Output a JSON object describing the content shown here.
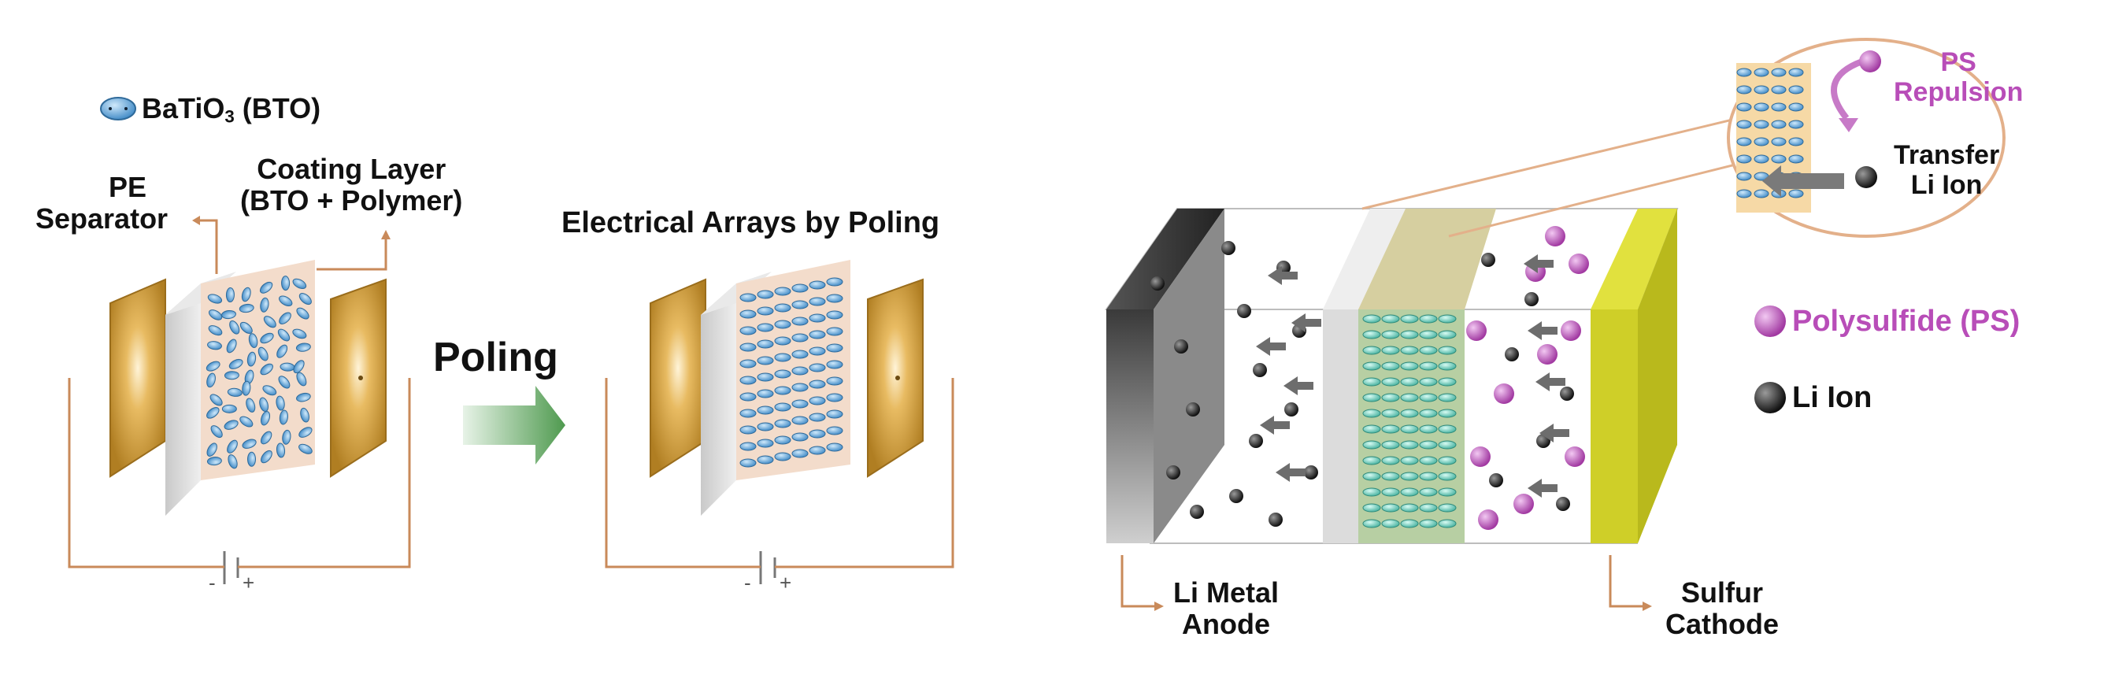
{
  "legend_top": {
    "bto_prefix": "BaTiO",
    "bto_sub": "3",
    "bto_suffix": " (BTO)"
  },
  "left_panel": {
    "pe_line1": "PE",
    "pe_line2": "Separator",
    "coating_line1": "Coating Layer",
    "coating_line2": "(BTO + Polymer)",
    "minus": "-",
    "plus": "+"
  },
  "arrow_label": "Poling",
  "middle_panel": {
    "title": "Electrical Arrays by Poling",
    "minus": "-",
    "plus": "+"
  },
  "right_panel": {
    "anode_line1": "Li Metal",
    "anode_line2": "Anode",
    "cathode_line1": "Sulfur",
    "cathode_line2": "Cathode",
    "legend_ps": "Polysulfide (PS)",
    "legend_li": "Li Ion",
    "inset_ps_line1": "PS",
    "inset_ps_line2": "Repulsion",
    "inset_transfer_line1": "Transfer",
    "inset_transfer_line2": "Li Ion"
  },
  "colors": {
    "electrode_gold": "#d2a23a",
    "wire": "#c98a5a",
    "bto_blue": "#5aa3d6",
    "separator_gray": "#d6d6d6",
    "coating_peach": "#f3dccb",
    "teal_bto": "#6fd3c2",
    "sulfur_yellow": "#d7d62e",
    "polysulfide_purple": "#b84db8",
    "li_ion_black": "#2a2a2a",
    "poling_arrow_green": "#5aa05a"
  }
}
